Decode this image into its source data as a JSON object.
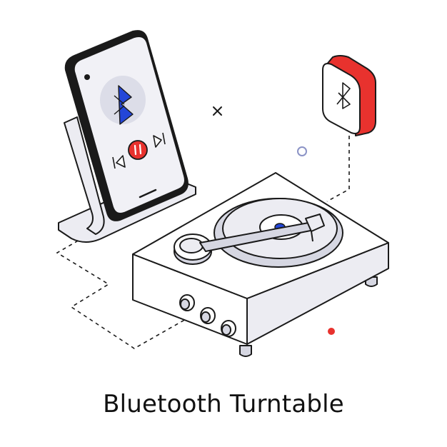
{
  "caption": "Bluetooth Turntable",
  "colors": {
    "outline": "#1a1a1a",
    "fill_light": "#ececf2",
    "fill_mid": "#d6d7e2",
    "accent_red": "#e8322e",
    "accent_blue": "#2346d8",
    "background": "#ffffff"
  },
  "icons": {
    "phone": "smartphone-on-stand",
    "phone_symbol": "bluetooth-icon",
    "phone_controls": [
      "previous-track-icon",
      "pause-icon",
      "next-track-icon"
    ],
    "badge_symbol": "bluetooth-icon",
    "device": "turntable"
  }
}
